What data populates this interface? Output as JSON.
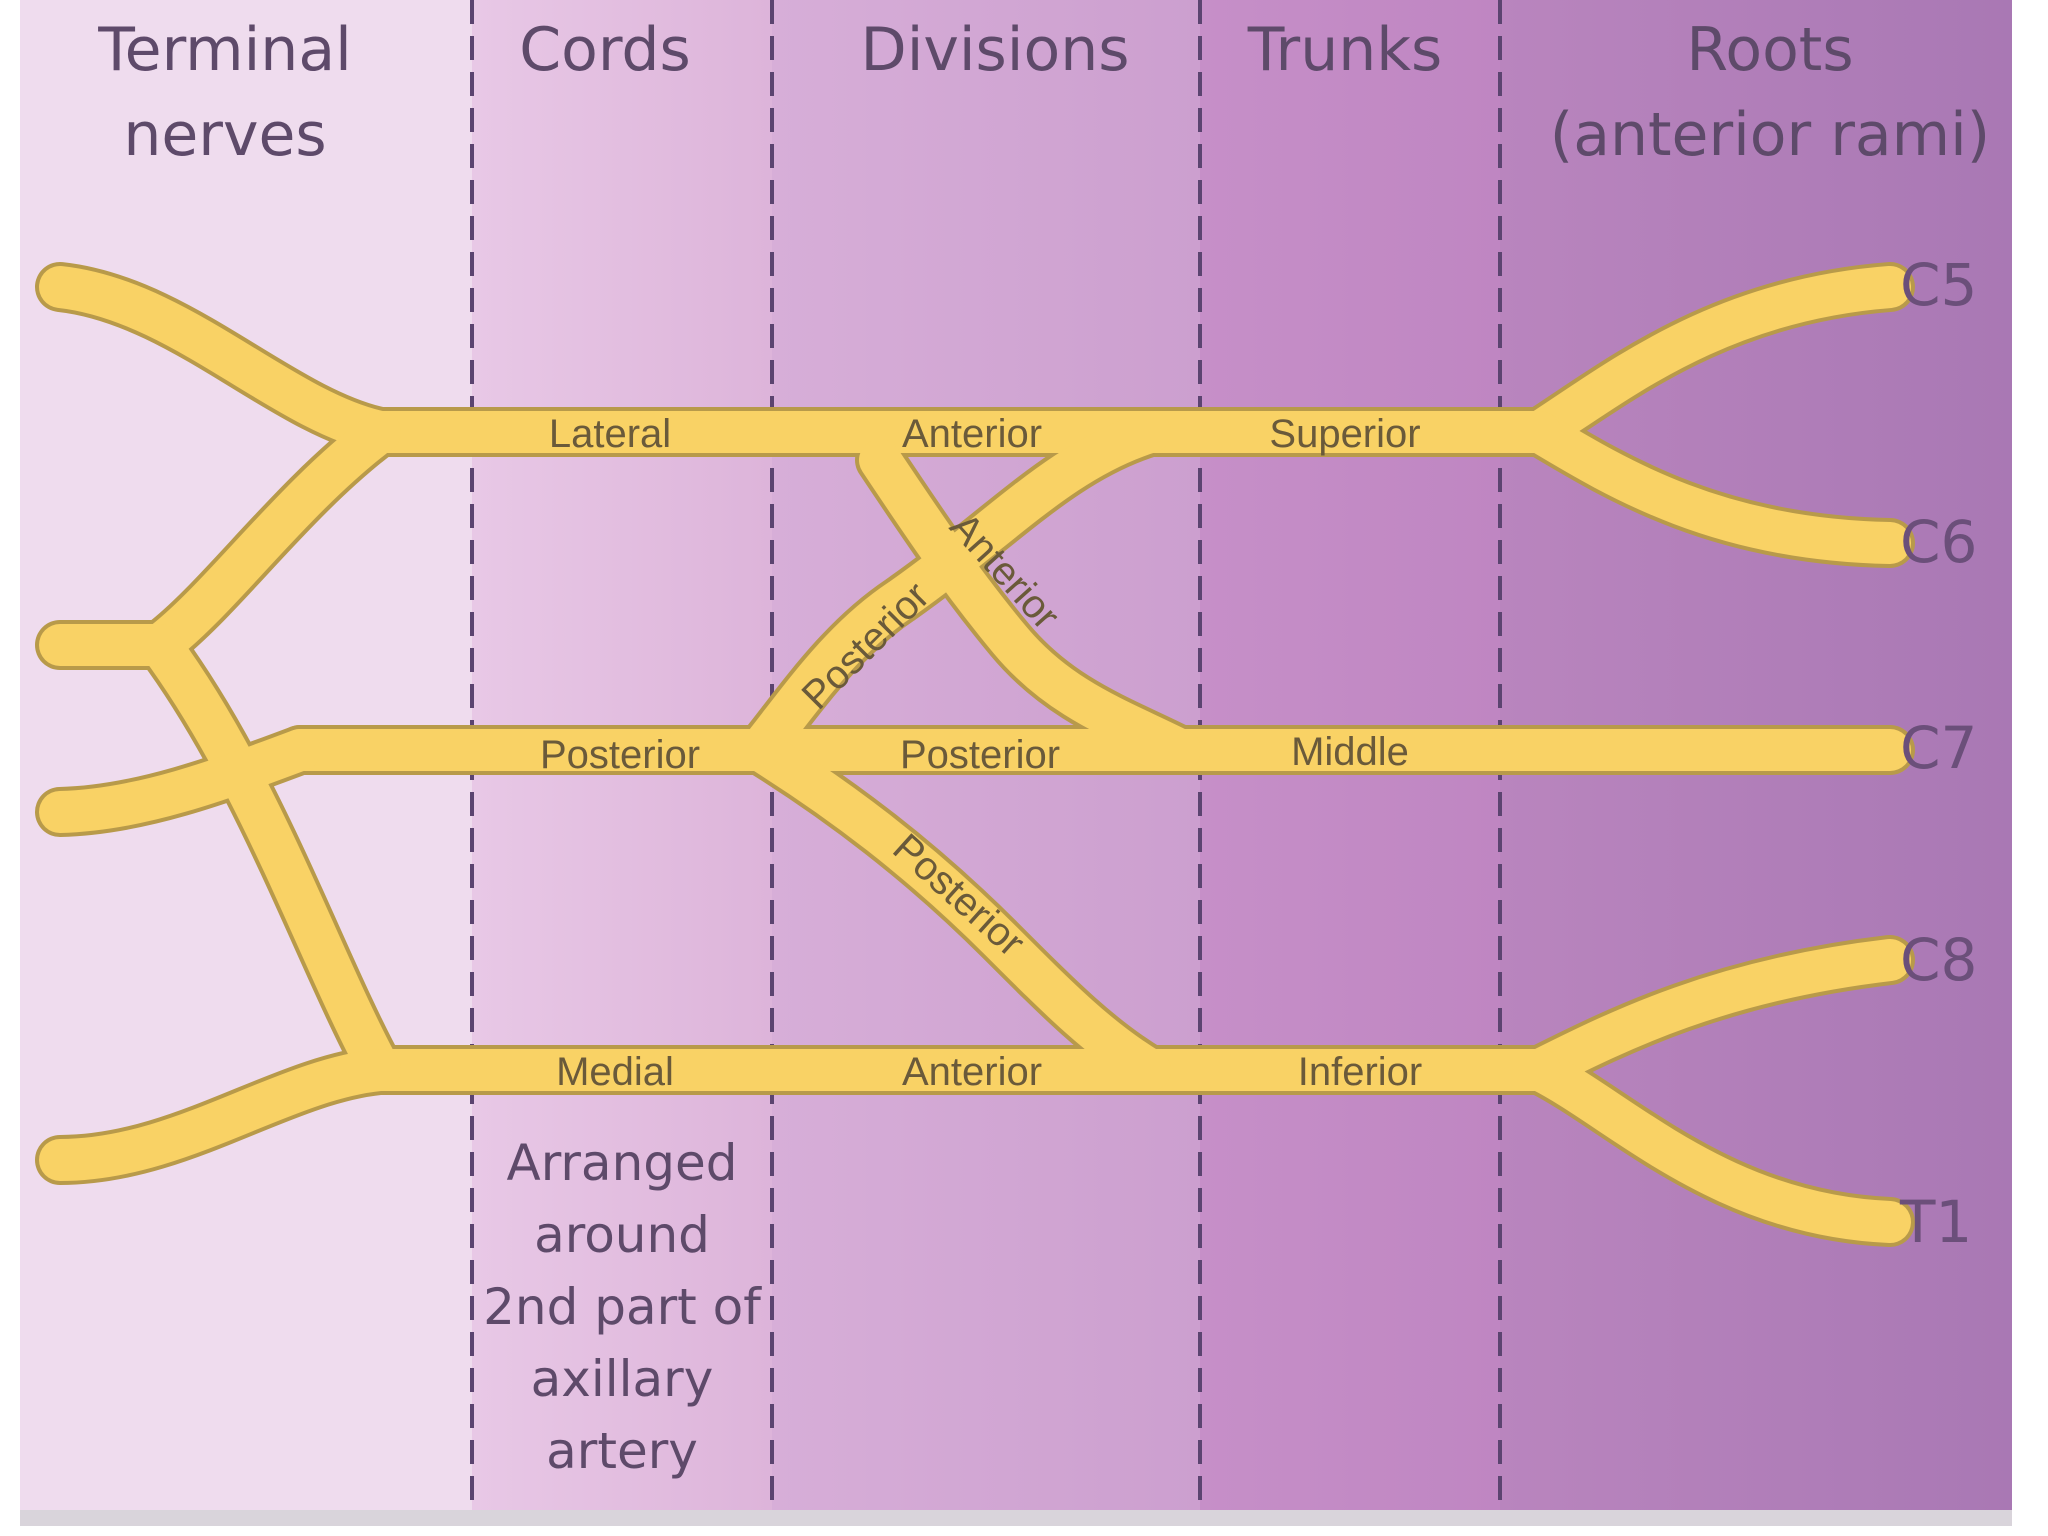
{
  "headers": {
    "terminal_line1": "Terminal",
    "terminal_line2": "nerves",
    "cords": "Cords",
    "divisions": "Divisions",
    "trunks": "Trunks",
    "roots_line1": "Roots",
    "roots_line2": "(anterior rami)"
  },
  "roots": [
    "C5",
    "C6",
    "C7",
    "C8",
    "T1"
  ],
  "trunks": [
    "Superior",
    "Middle",
    "Inferior"
  ],
  "divisions": {
    "superior_anterior": "Anterior",
    "superior_posterior": "Posterior",
    "middle_anterior": "Anterior",
    "middle_posterior": "Posterior",
    "inferior_anterior": "Anterior",
    "inferior_posterior": "Posterior"
  },
  "cords": [
    "Lateral",
    "Posterior",
    "Medial"
  ],
  "note": [
    "Arranged",
    "around",
    "2nd part of",
    "axillary",
    "artery"
  ],
  "colors": {
    "column_terminal": "#efdcee",
    "column_cords": "#e3bfe0",
    "column_divisions": "#d4a9d6",
    "column_trunks": "#c58ac6",
    "column_roots": "#b57dbb",
    "nerve": "#f9d265",
    "nerve_outline": "#b89a4a"
  }
}
